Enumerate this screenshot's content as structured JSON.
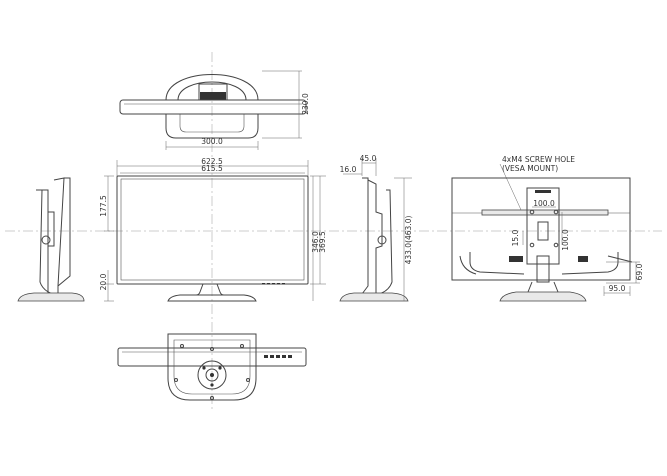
{
  "top_view": {
    "depth_label": "230.0",
    "width_label": "300.0"
  },
  "front_view": {
    "outer_width_label": "622.5",
    "inner_width_label": "615.5",
    "top_offset_label": "177.5",
    "bottom_offset_label": "20.0",
    "height_label_1": "346.0",
    "height_label_2": "369.5"
  },
  "side_view": {
    "top_depth_label": "45.0",
    "side_offset_label": "16.0",
    "total_height_label": "433.0(463.0)"
  },
  "rear_view": {
    "screw_note_line1": "4xM4 SCREW HOLE",
    "screw_note_line2": "(VESA MOUNT)",
    "vesa_width_label": "100.0",
    "vesa_height_label": "100.0",
    "offset_label": "15.0",
    "base_height_label": "69.0",
    "base_width_label": "95.0"
  }
}
